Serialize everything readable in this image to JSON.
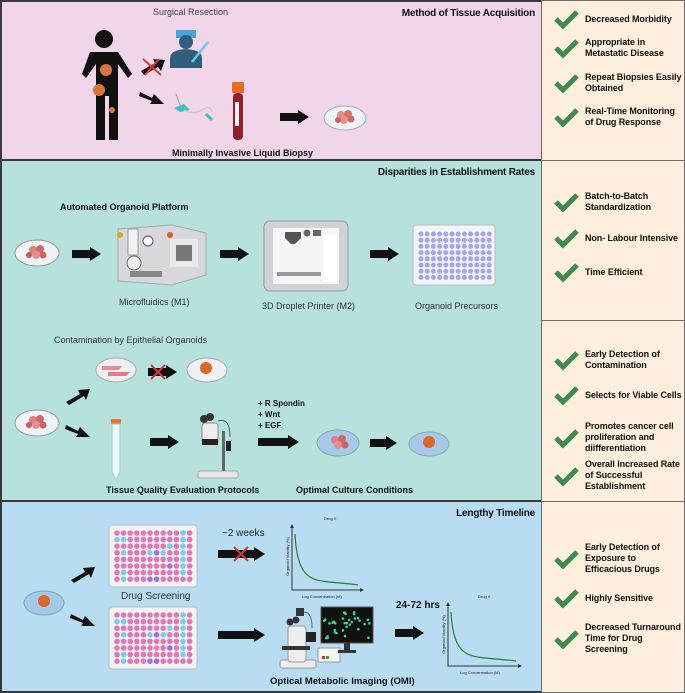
{
  "sections": [
    {
      "title": "Method of Tissue Acquisition",
      "labels": {
        "surgical": "Surgical Resection",
        "liquid": "Minimally Invasive Liquid Biopsy"
      },
      "benefits": [
        "Decreased Morbidity",
        "Appropriate in Metastatic Disease",
        "Repeat Biopsies Easily Obtained",
        "Real-Time Monitoring of Drug Response"
      ]
    },
    {
      "title": "Disparities in Establishment Rates",
      "labels": {
        "platform": "Automated Organoid Platform",
        "microfluidics": "Microfluidics (M1)",
        "printer": "3D Droplet Printer (M2)",
        "precursors": "Organoid Precursors"
      },
      "benefits": [
        "Batch-to-Batch Standardization",
        "Non- Labour Intensive",
        "Time Efficient"
      ]
    },
    {
      "labels": {
        "contamination": "Contamination by Epithelial Organoids",
        "factors": [
          "+ R Spondin",
          "+ Wnt",
          "+ EGF"
        ],
        "tqep": "Tissue Quality Evaluation Protocols",
        "culture": "Optimal Culture Conditions"
      },
      "benefits": [
        "Early Detection of Contamination",
        "Selects for Viable Cells",
        "Promotes cancer cell proliferation and diifferentiation",
        "Overall Increased Rate of Successful Establishment"
      ]
    },
    {
      "title": "Lengthy Timeline",
      "labels": {
        "drug_screening": "Drug Screening",
        "two_weeks": "~2 weeks",
        "hrs": "24-72 hrs",
        "omi": "Optical Metabolic Imaging (OMI)"
      },
      "charts": [
        {
          "title": "Drug X",
          "xlabel": "Log Concentration (M)",
          "ylabel": "Organoid Viability (%)"
        },
        {
          "title": "Drug X",
          "xlabel": "Log Concentration (M)",
          "ylabel": "Organoid Viability (%)"
        }
      ],
      "benefits": [
        "Early Detection of Exposure to Efficacious Drugs",
        "Highly Sensitive",
        "Decreased Turnaround Time for Drug Screening"
      ]
    }
  ],
  "colors": {
    "check": "#3f8a4f",
    "tumor": "#d9743a",
    "cross": "#d03a3a",
    "well_pink": "#e377b5",
    "well_blue": "#7dcbee",
    "well_purple": "#a56ee0",
    "precursor_well": "#a7a3ee"
  }
}
